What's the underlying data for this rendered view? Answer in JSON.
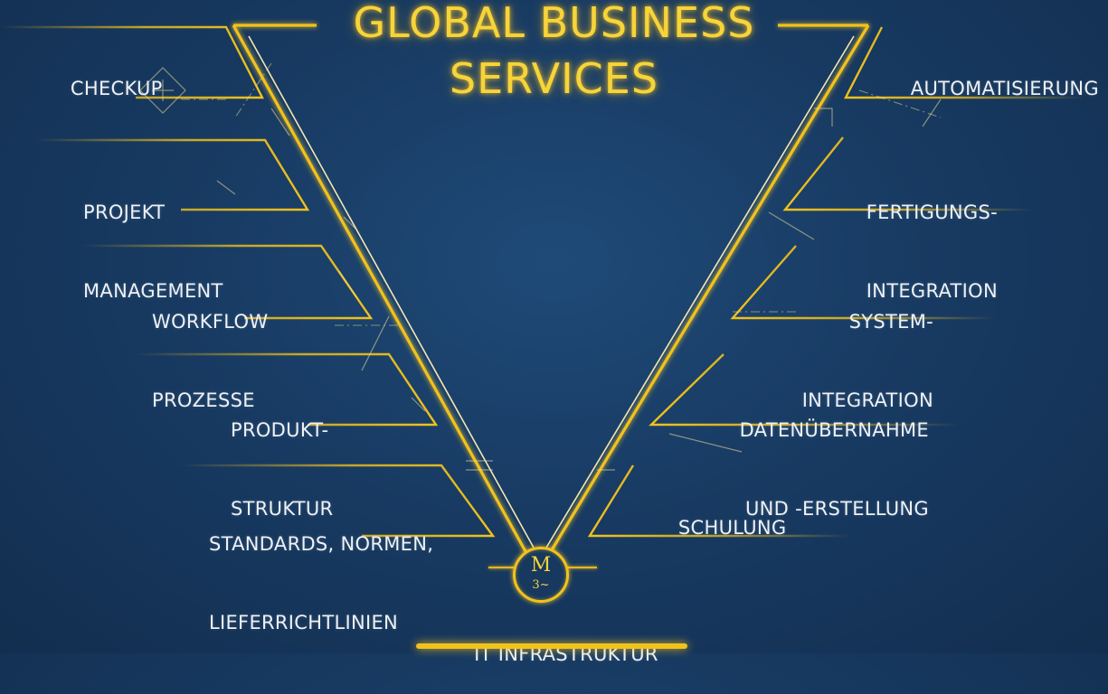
{
  "title": {
    "line1": "GLOBAL BUSINESS",
    "line2": "SERVICES"
  },
  "left_items": [
    {
      "line1": "CHECKUP",
      "line2": ""
    },
    {
      "line1": "PROJEKT",
      "line2": "MANAGEMENT"
    },
    {
      "line1": "WORKFLOW",
      "line2": "PROZESSE"
    },
    {
      "line1": "PRODUKT-",
      "line2": "STRUKTUR"
    },
    {
      "line1": "STANDARDS, NORMEN,",
      "line2": "LIEFERRICHTLINIEN"
    }
  ],
  "right_items": [
    {
      "line1": "AUTOMATISIERUNG",
      "line2": ""
    },
    {
      "line1": "FERTIGUNGS-",
      "line2": "INTEGRATION"
    },
    {
      "line1": "SYSTEM-",
      "line2": "INTEGRATION"
    },
    {
      "line1": "DATENÜBERNAHME",
      "line2": "UND -ERSTELLUNG"
    },
    {
      "line1": "SCHULUNG",
      "line2": ""
    }
  ],
  "bottom_label": "IT INFRASTRUKTUR",
  "motor_symbol": {
    "letter": "M",
    "sub": "3~"
  },
  "colors": {
    "background": "#183b63",
    "accent": "#f2c21a",
    "text": "#eef1f5"
  }
}
